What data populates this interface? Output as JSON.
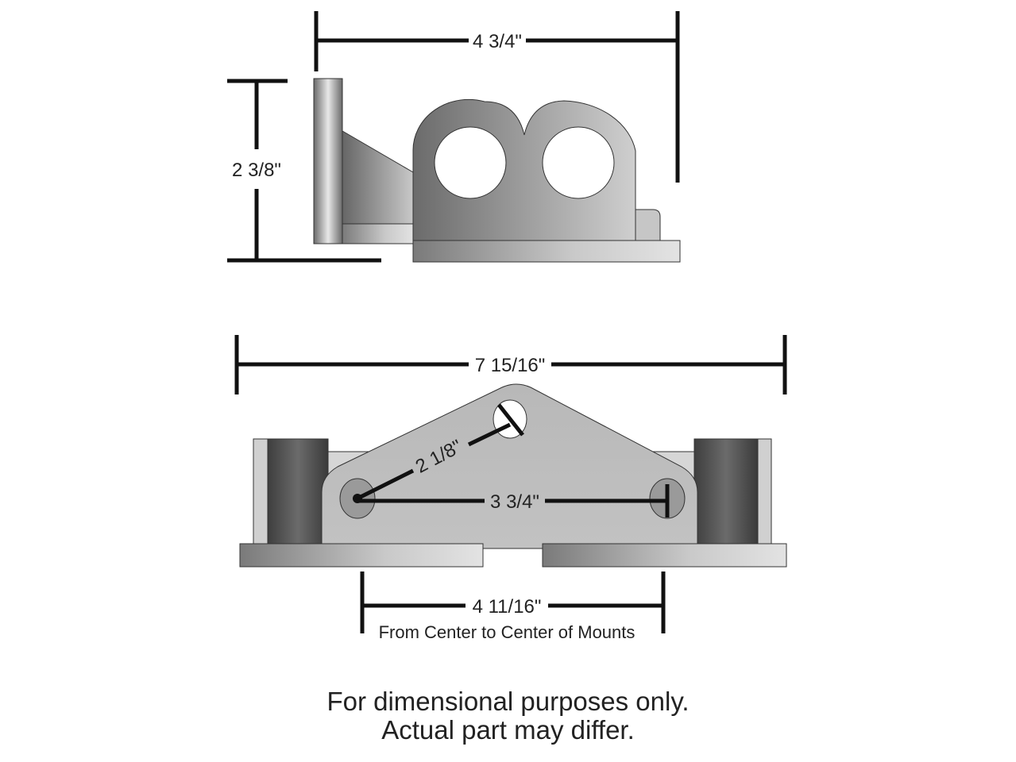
{
  "diagram": {
    "side_view": {
      "width_dimension": "4 3/4\"",
      "height_dimension": "2 3/8\""
    },
    "front_view": {
      "overall_width_dimension": "7 15/16\"",
      "hole_diagonal_dimension": "2 1/8\"",
      "hole_spacing_dimension": "3 3/4\"",
      "mount_spacing_dimension": "4 11/16\"",
      "mount_spacing_note": "From Center to Center of Mounts"
    },
    "disclaimer": {
      "line1": "For dimensional purposes only.",
      "line2": "Actual part may differ."
    },
    "colors": {
      "line": "#111111",
      "steel_light": "#d8d8d8",
      "steel_mid": "#a8a8a8",
      "steel_dark": "#555555",
      "background": "#ffffff"
    }
  }
}
